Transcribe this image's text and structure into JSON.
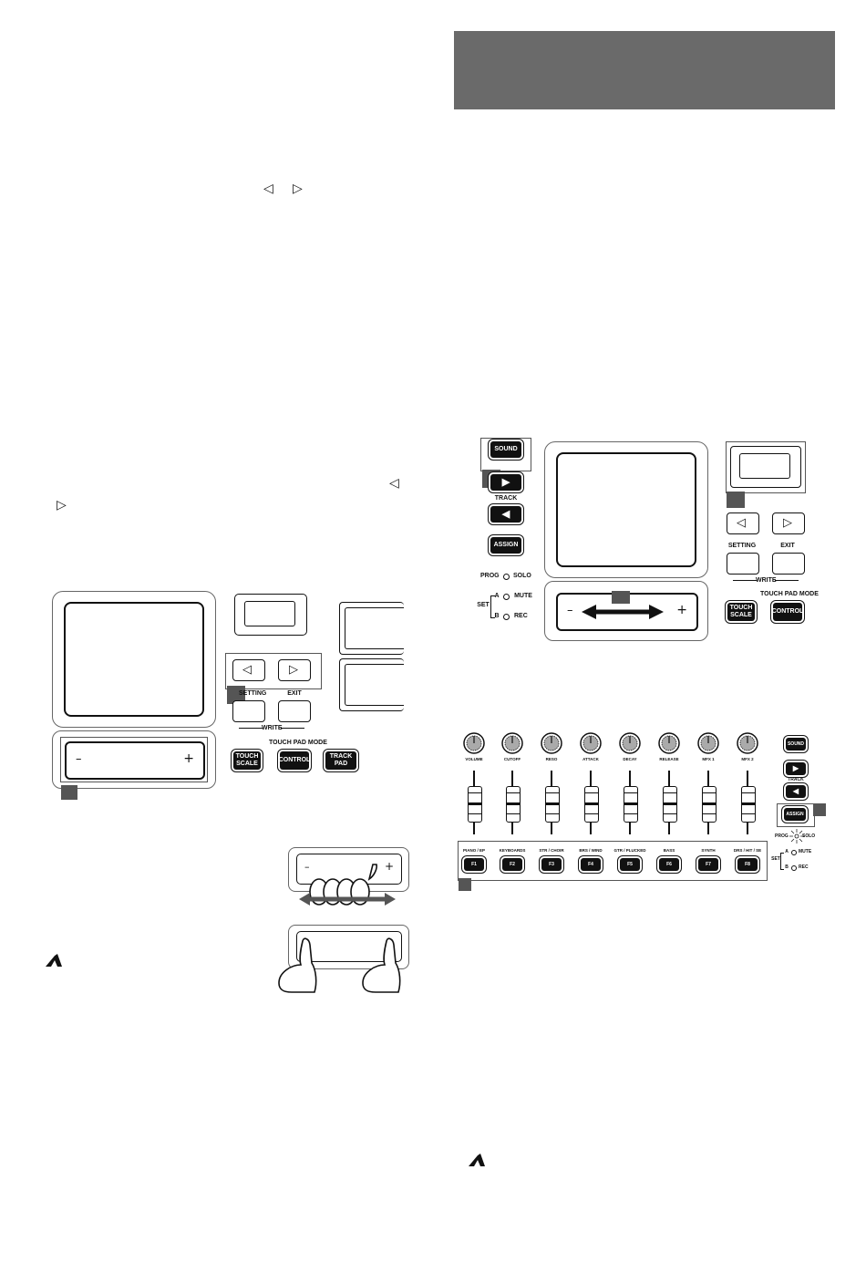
{
  "page": {
    "header_block_color": "#6a6a6a",
    "accent_marker_color": "#555555"
  },
  "glyphs": {
    "left_arrow": "◁",
    "right_arrow": "▷",
    "minus": "–",
    "plus": "+",
    "play": "▶",
    "back": "◀",
    "note_icon": "note-pencil-icon"
  },
  "fig_left": {
    "setting": "SETTING",
    "exit": "EXIT",
    "write": "WRITE",
    "touch_pad_mode": "TOUCH PAD MODE",
    "touch_scale": "TOUCH\nSCALE",
    "control": "CONTROL",
    "track_pad": "TRACK PAD"
  },
  "fig_right": {
    "sound": "SOUND",
    "track": "TRACK",
    "assign": "ASSIGN",
    "prog": "PROG",
    "solo": "SOLO",
    "set": "SET",
    "a": "A",
    "b": "B",
    "mute": "MUTE",
    "rec": "REC",
    "setting": "SETTING",
    "exit": "EXIT",
    "write": "WRITE",
    "touch_pad_mode": "TOUCH PAD MODE",
    "touch_scale": "TOUCH\nSCALE",
    "control": "CONTROL"
  },
  "fig_bottom": {
    "knobs": [
      "VOLUME",
      "CUTOFF",
      "RESO",
      "ATTACK",
      "DECAY",
      "RELEASE",
      "MFX 1",
      "MFX 2"
    ],
    "categories": [
      "PIANO / EP",
      "KEYBOARDS",
      "STR / CHOIR",
      "BRS / WIND",
      "GTR / PLUCKED",
      "BASS",
      "SYNTH",
      "DRS / HIT / SE"
    ],
    "fkeys": [
      "F1",
      "F2",
      "F3",
      "F4",
      "F5",
      "F6",
      "F7",
      "F8"
    ],
    "sound": "SOUND",
    "track": "TRACK",
    "assign": "ASSIGN",
    "prog": "PROG",
    "solo": "SOLO",
    "set": "SET",
    "a": "A",
    "b": "B",
    "mute": "MUTE",
    "rec": "REC"
  }
}
